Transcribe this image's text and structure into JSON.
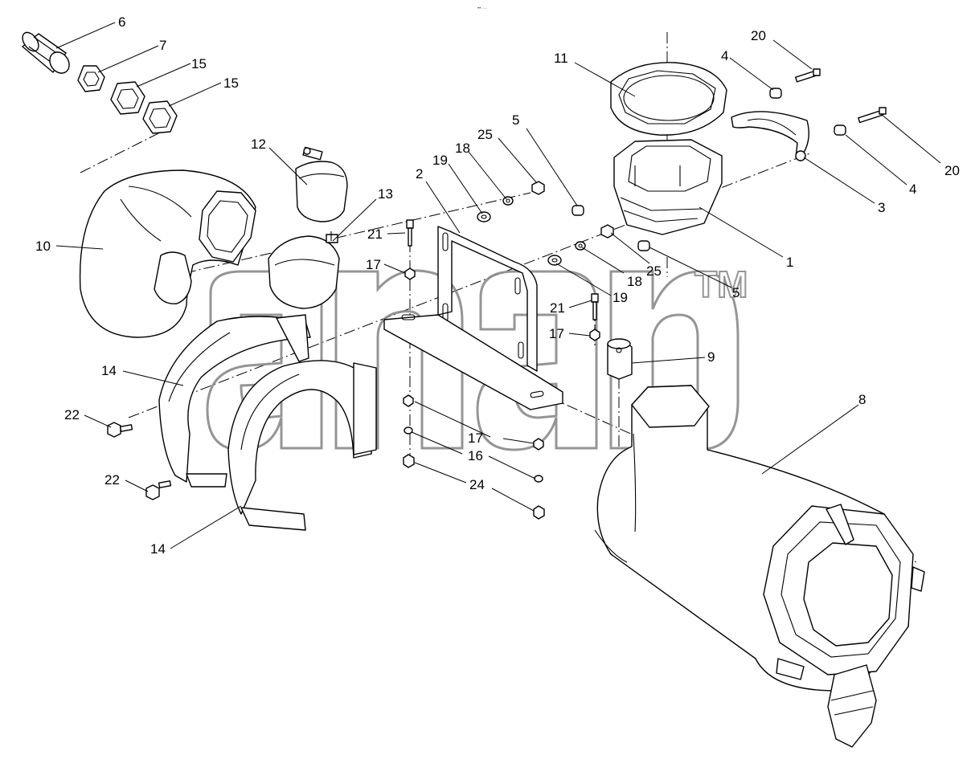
{
  "header_mark": "•• ···",
  "watermark": {
    "trademark": "TM"
  },
  "callouts": [
    {
      "id": "c6a",
      "text": "6"
    },
    {
      "id": "c7",
      "text": "7"
    },
    {
      "id": "c15a",
      "text": "15"
    },
    {
      "id": "c15b",
      "text": "15"
    },
    {
      "id": "c11",
      "text": "11"
    },
    {
      "id": "c4a",
      "text": "4"
    },
    {
      "id": "c20a",
      "text": "20"
    },
    {
      "id": "c20b",
      "text": "20"
    },
    {
      "id": "c4b",
      "text": "4"
    },
    {
      "id": "c3",
      "text": "3"
    },
    {
      "id": "c1",
      "text": "1"
    },
    {
      "id": "c5a",
      "text": "5"
    },
    {
      "id": "c25a",
      "text": "25"
    },
    {
      "id": "c18a",
      "text": "18"
    },
    {
      "id": "c19a",
      "text": "19"
    },
    {
      "id": "c2",
      "text": "2"
    },
    {
      "id": "c12",
      "text": "12"
    },
    {
      "id": "c13",
      "text": "13"
    },
    {
      "id": "c10",
      "text": "10"
    },
    {
      "id": "c21a",
      "text": "21"
    },
    {
      "id": "c17a",
      "text": "17"
    },
    {
      "id": "c18b",
      "text": "18"
    },
    {
      "id": "c19b",
      "text": "19"
    },
    {
      "id": "c25b",
      "text": "25"
    },
    {
      "id": "c5b",
      "text": "5"
    },
    {
      "id": "c21b",
      "text": "21"
    },
    {
      "id": "c17b",
      "text": "17"
    },
    {
      "id": "c9",
      "text": "9"
    },
    {
      "id": "c14a",
      "text": "14"
    },
    {
      "id": "c22a",
      "text": "22"
    },
    {
      "id": "c8",
      "text": "8"
    },
    {
      "id": "c17c",
      "text": "17"
    },
    {
      "id": "c16",
      "text": "16"
    },
    {
      "id": "c22b",
      "text": "22"
    },
    {
      "id": "c24",
      "text": "24"
    },
    {
      "id": "c14b",
      "text": "14"
    }
  ]
}
